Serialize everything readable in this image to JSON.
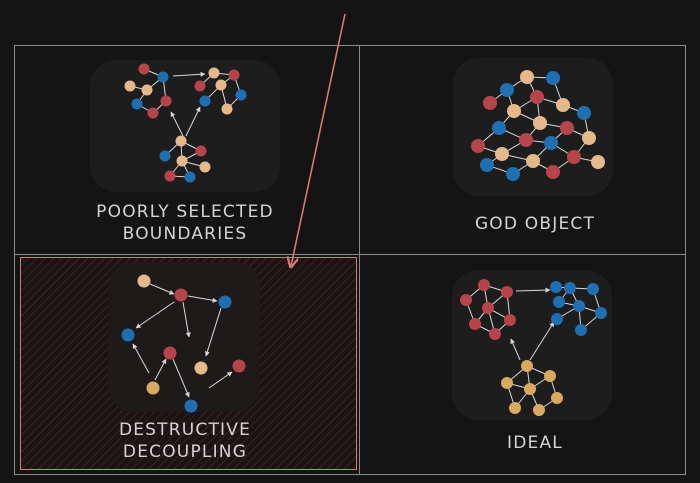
{
  "colors": {
    "background": "#141414",
    "frame": "#8a8a8a",
    "node_red": "#b5454a",
    "node_blue": "#1f6fb2",
    "node_tan": "#e6b98a",
    "node_gold": "#d9a95f",
    "edge": "#d8d8d8",
    "highlight": "#d77a70"
  },
  "panels": {
    "top_left": {
      "line1": "POORLY SELECTED",
      "line2": "BOUNDARIES"
    },
    "top_right": {
      "line1": "GOD OBJECT"
    },
    "bottom_left": {
      "line1": "DESTRUCTIVE",
      "line2": "DECOUPLING"
    },
    "bottom_right": {
      "line1": "IDEAL"
    }
  }
}
